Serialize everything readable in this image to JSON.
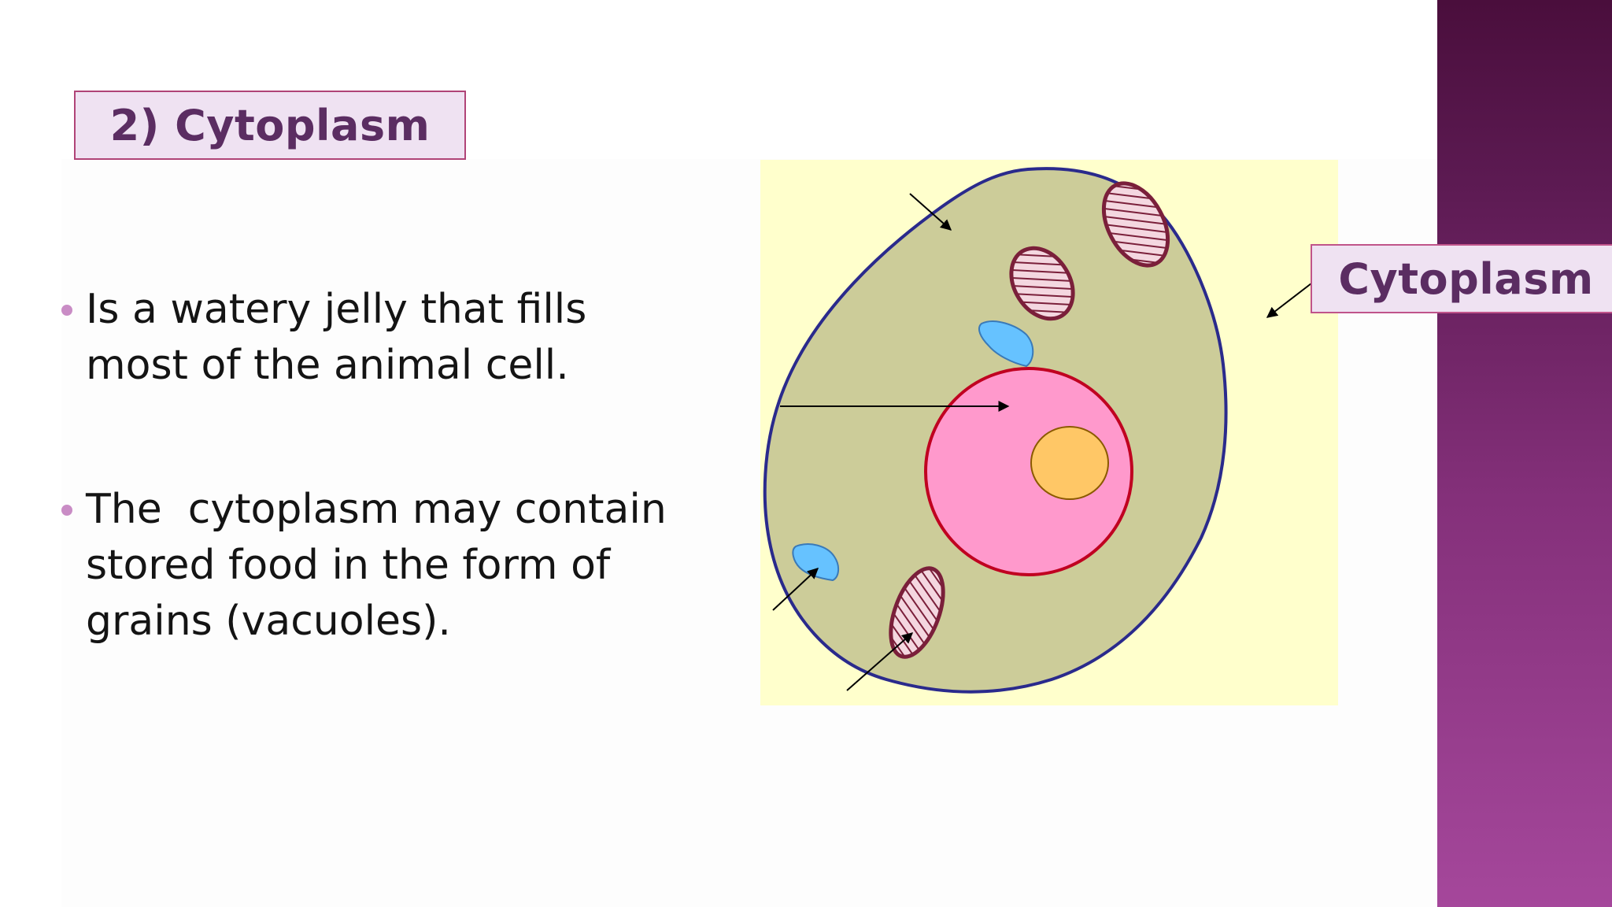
{
  "slide": {
    "title": "2) Cytoplasm",
    "bullets": [
      "Is a watery jelly that fills\nmost of the animal cell.",
      "The  cytoplasm may contain\nstored food in the form of\ngrains (vacuoles)."
    ]
  },
  "diagram": {
    "callout_label": "Cytoplasm",
    "parts": [
      "cell-membrane",
      "cytoplasm",
      "nucleus",
      "nucleolus",
      "mitochondrion",
      "vacuole"
    ]
  },
  "colors": {
    "title_text": "#5b2d62",
    "title_fill": "#efe2f2",
    "title_border": "#b04477",
    "bullet_dot": "#c98cc5",
    "cytoplasm": "#cccc99",
    "membrane": "#2a2a8c",
    "nucleus": "#ff99cc",
    "nucleus_border": "#c00020",
    "nucleolus": "#ffc766",
    "vacuole": "#66c2ff",
    "mitochondrion": "#e8a0b0",
    "sidebar_top": "#4a0e3c",
    "sidebar_bottom": "#a5479b"
  }
}
